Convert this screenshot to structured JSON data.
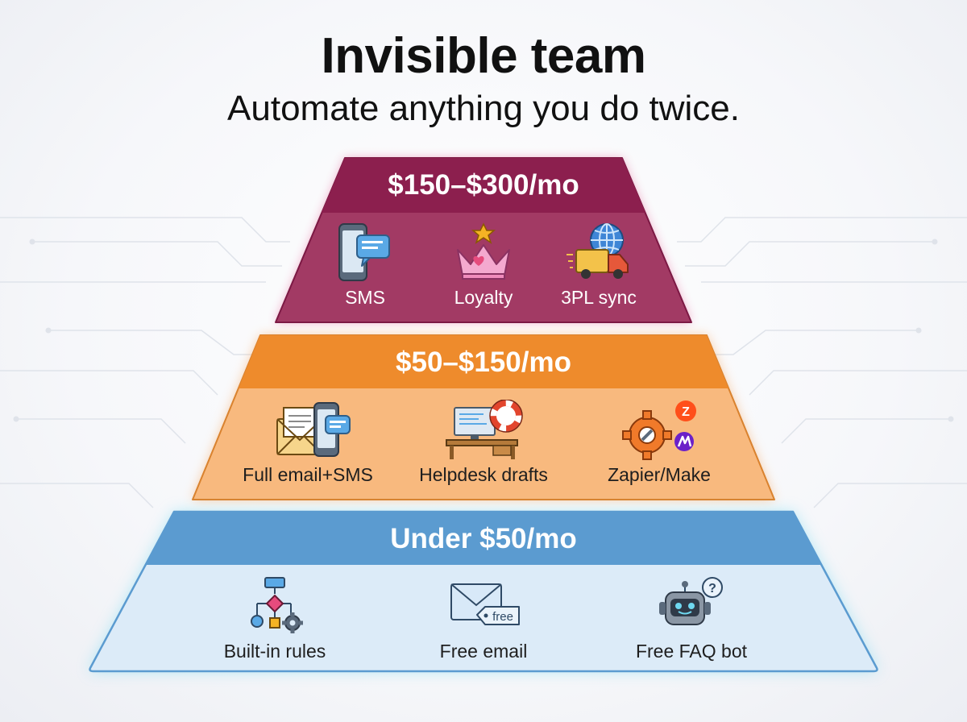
{
  "header": {
    "title": "Invisible team",
    "subtitle": "Automate anything you do twice."
  },
  "tiers": [
    {
      "price": "$150–$300/mo",
      "colors": {
        "header": "#8c1f4e",
        "body": "#a23a64",
        "glow": "#e4508a"
      },
      "items": [
        {
          "label": "SMS",
          "icon": "phone-chat-icon"
        },
        {
          "label": "Loyalty",
          "icon": "crown-icon"
        },
        {
          "label": "3PL sync",
          "icon": "truck-globe-icon"
        }
      ]
    },
    {
      "price": "$50–$150/mo",
      "colors": {
        "header": "#ee8b2c",
        "body": "#f8b97e",
        "glow": "#f6a35a"
      },
      "items": [
        {
          "label": "Full email+SMS",
          "icon": "email-phone-icon"
        },
        {
          "label": "Helpdesk drafts",
          "icon": "helpdesk-icon"
        },
        {
          "label": "Zapier/Make",
          "icon": "gear-integrations-icon"
        }
      ]
    },
    {
      "price": "Under $50/mo",
      "colors": {
        "header": "#5b9bd0",
        "body": "#dcebf8",
        "glow": "#6fd8f0"
      },
      "items": [
        {
          "label": "Built-in rules",
          "icon": "flowchart-icon"
        },
        {
          "label": "Free email",
          "icon": "envelope-tag-icon",
          "tag": "free"
        },
        {
          "label": "Free FAQ bot",
          "icon": "robot-icon"
        }
      ]
    }
  ]
}
